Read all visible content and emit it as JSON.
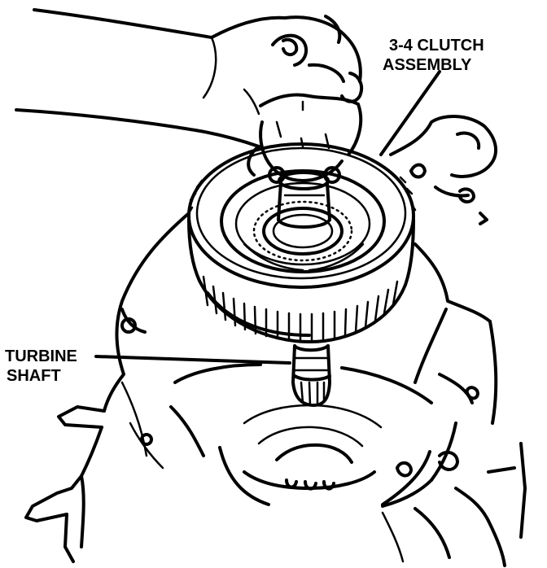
{
  "labels": {
    "clutch_line1": "3-4 CLUTCH",
    "clutch_line2": "ASSEMBLY",
    "turbine_line1": "TURBINE",
    "turbine_line2": "SHAFT"
  },
  "colors": {
    "ink": "#000000",
    "paper": "#ffffff"
  }
}
